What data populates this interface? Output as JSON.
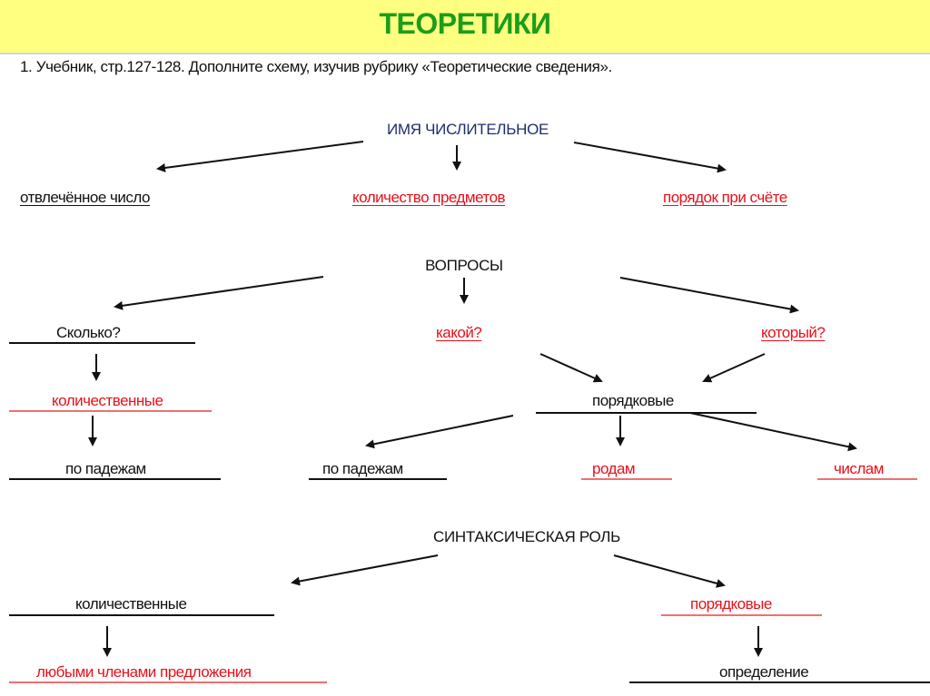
{
  "header": {
    "title": "ТЕОРЕТИКИ"
  },
  "instruction": "1.   Учебник, стр.127-128.  Дополните схему, изучив рубрику «Теоретические сведения».",
  "section1": {
    "heading": "ИМЯ  ЧИСЛИТЕЛЬНОЕ",
    "items": [
      "отвлечённое число",
      "количество предметов",
      "порядок при счёте"
    ]
  },
  "section2": {
    "heading": "ВОПРОСЫ",
    "questions": [
      "Сколько?",
      "какой?",
      "который?"
    ],
    "categories": [
      "количественные",
      "порядковые"
    ],
    "changes": [
      "по падежам",
      "по падежам",
      "родам",
      "числам"
    ]
  },
  "section3": {
    "heading": "СИНТАКСИЧЕСКАЯ  РОЛЬ",
    "categories": [
      "количественные",
      "порядковые"
    ],
    "roles": [
      "любыми членами предложения",
      "определение"
    ]
  },
  "colors": {
    "title": "#1a9e1a",
    "band": "#ffff80",
    "answer": "#e8101a",
    "heading": "#1f2f6b"
  }
}
